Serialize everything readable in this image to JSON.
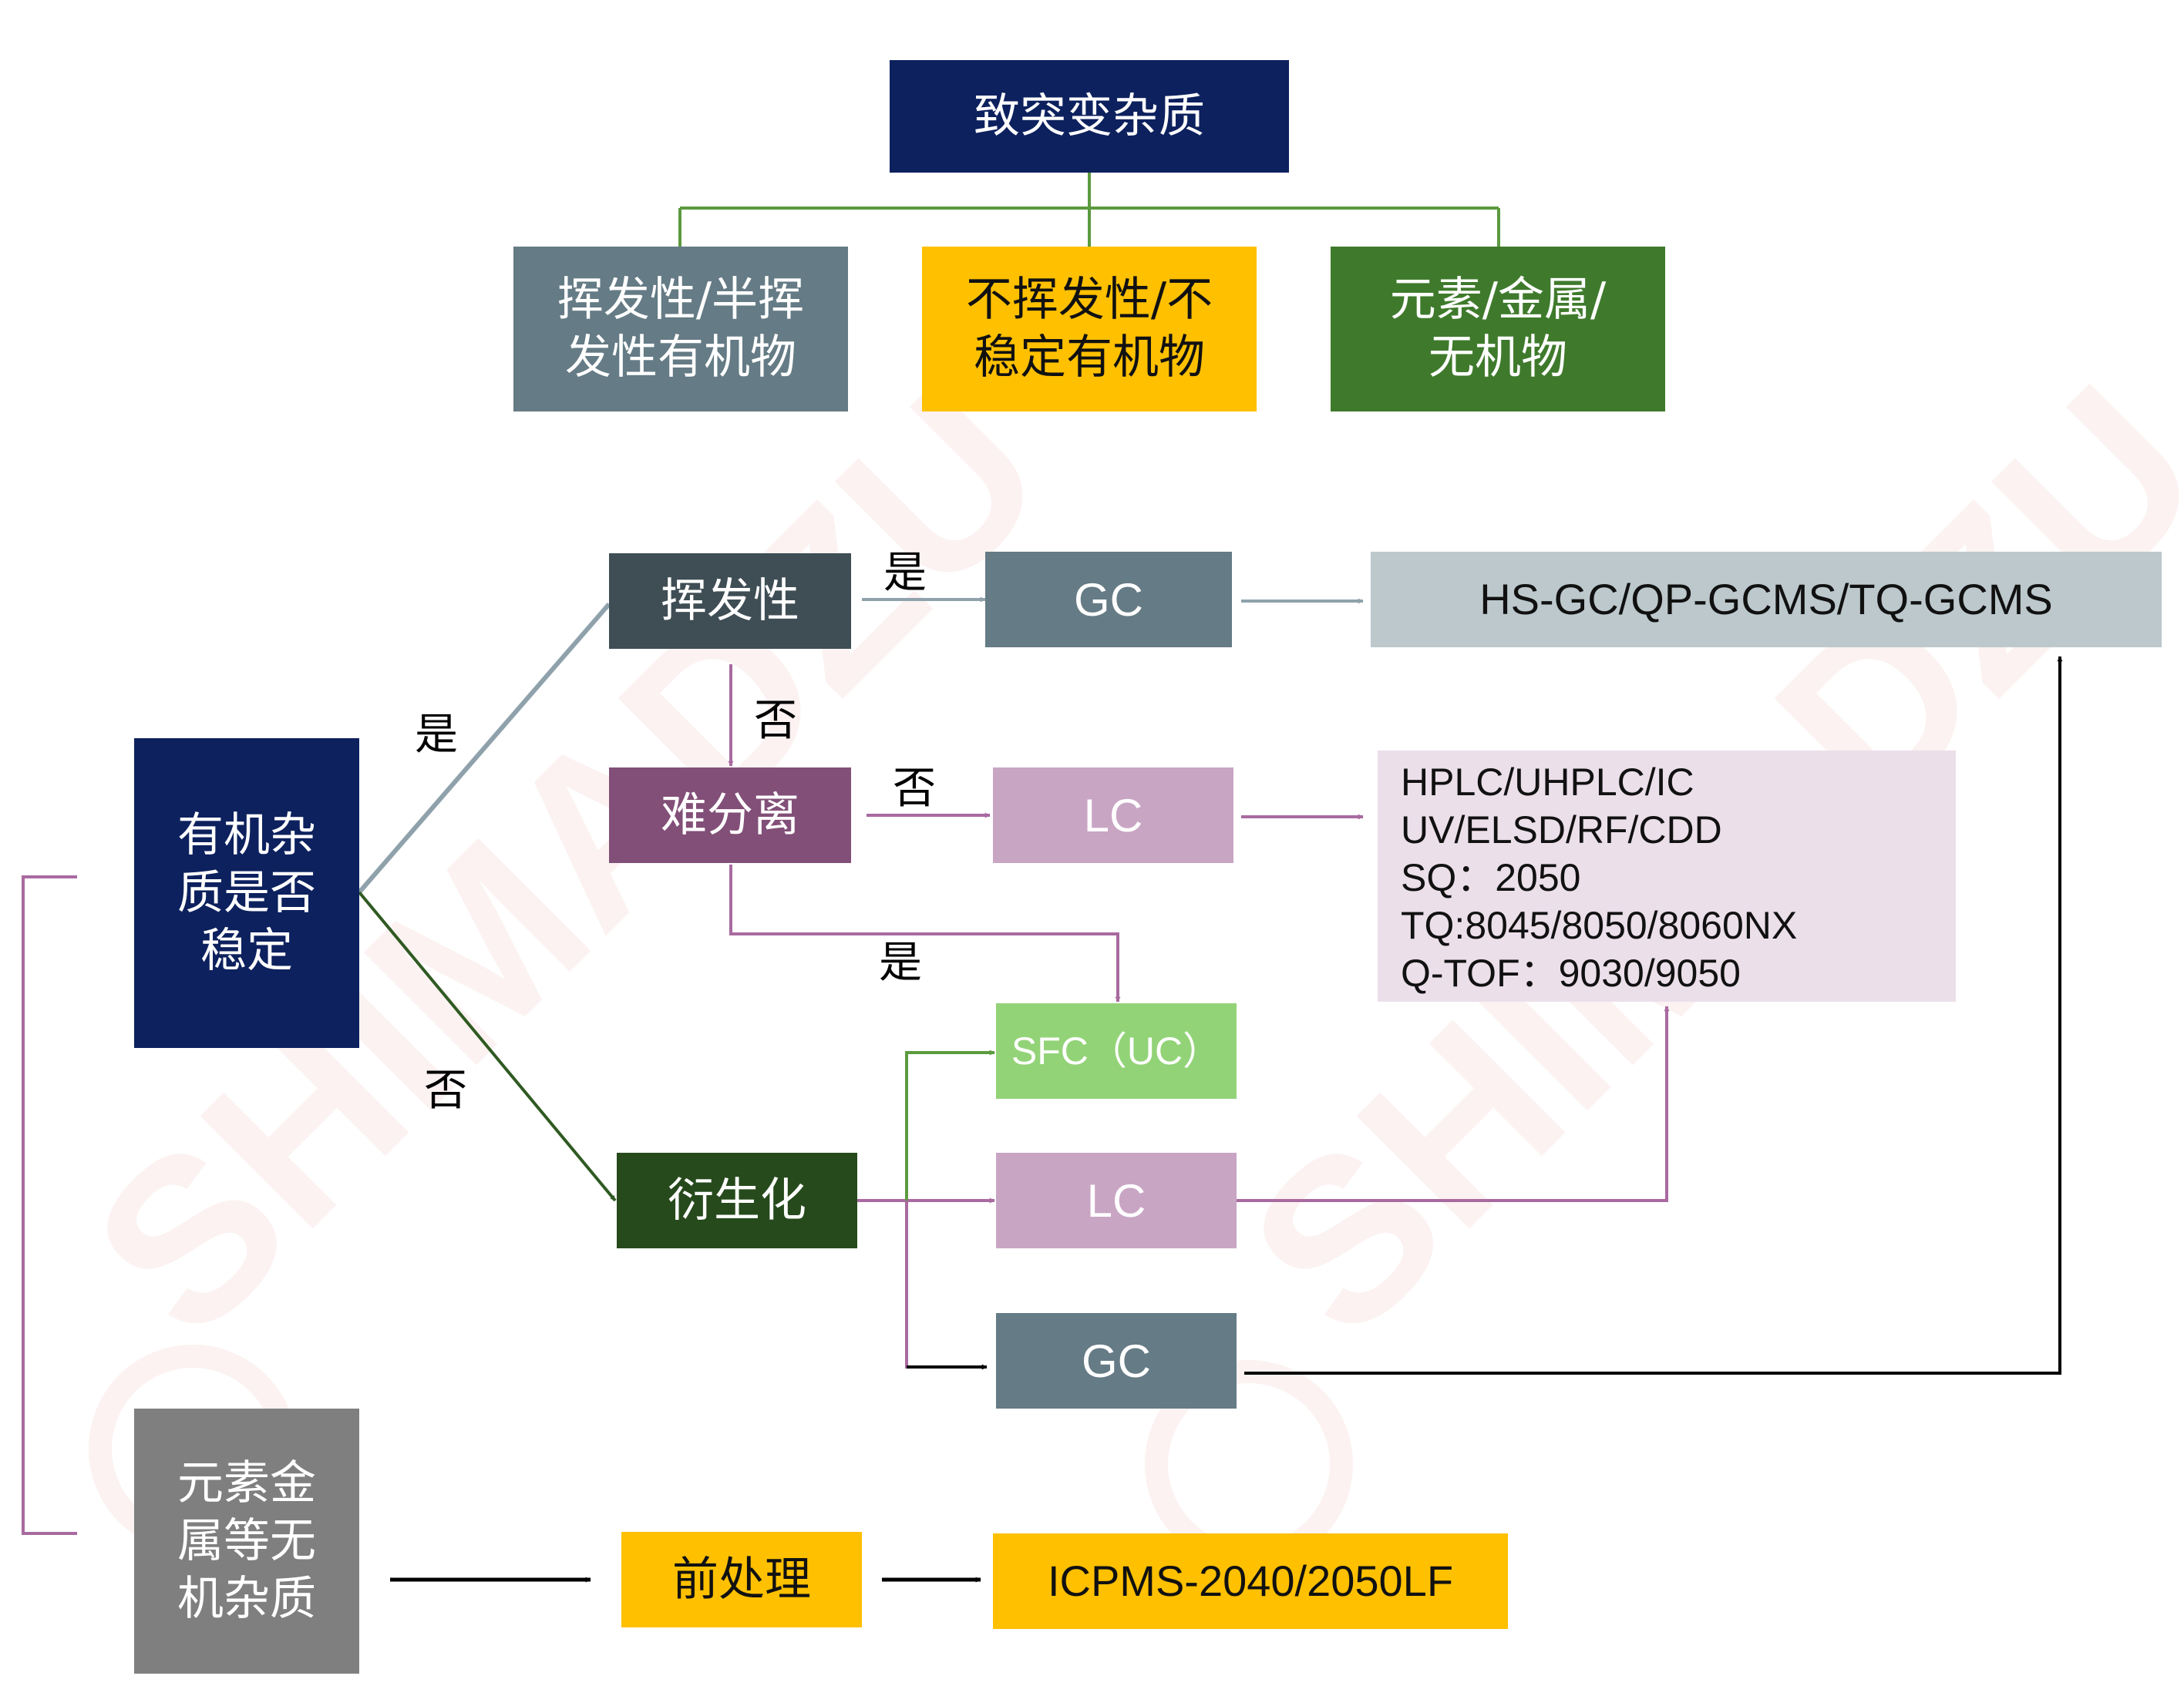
{
  "top": {
    "root": "致突变杂质",
    "cat1": "挥发性/半挥\n发性有机物",
    "cat2": "不挥发性/不\n稳定有机物",
    "cat3": "元素/金属/\n无机物"
  },
  "flow": {
    "organic": "有机杂\n质是否\n稳定",
    "volatile": "挥发性",
    "gc_top": "GC",
    "hs_gc": "HS-GC/QP-GCMS/TQ-GCMS",
    "hard_sep": "难分离",
    "lc_top": "LC",
    "sfc": "SFC（UC）",
    "deriv": "衍生化",
    "lc_mid": "LC",
    "gc_bottom": "GC",
    "inorganic": "元素金\n属等无\n机杂质",
    "pretreat": "前处理",
    "icpms": "ICPMS-2040/2050LF"
  },
  "labels": {
    "yes_stable": "是",
    "no_stable": "否",
    "yes_volatile": "是",
    "no_volatile": "否",
    "no_hard": "否",
    "yes_hard": "是"
  },
  "lc_detectors": [
    "HPLC/UHPLC/IC",
    "UV/ELSD/RF/CDD",
    "SQ：2050",
    "TQ:8045/8050/8060NX",
    "Q-TOF：9030/9050"
  ],
  "colors": {
    "navy": "#0d215e",
    "slate": "#657b85",
    "amber": "#ffc000",
    "green": "#3f7a2c",
    "dark_slate": "#3f4e55",
    "purple": "#824f78",
    "mauve": "#c9a5c4",
    "light_green": "#93d378",
    "light_grey": "#bcc8cc",
    "grey": "#7f7f7f",
    "dark_green": "#264a1c",
    "lavender": "#ebdfea"
  }
}
